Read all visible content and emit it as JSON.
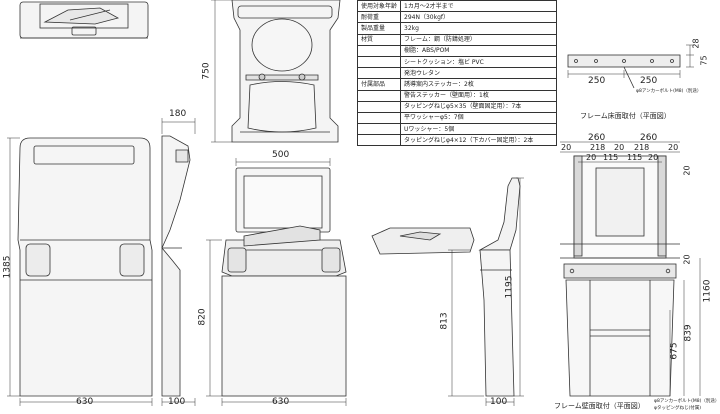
{
  "spec_table": {
    "rows": [
      {
        "key": "使用対象年齢",
        "value": "1カ月〜2才半まで"
      },
      {
        "key": "耐荷重",
        "value": "294N（30kgf）"
      },
      {
        "key": "製品重量",
        "value": "32kg"
      },
      {
        "key": "材質",
        "value": "フレーム：鋼（防錆処理）"
      },
      {
        "key": "",
        "value": "樹脂：ABS/POM"
      },
      {
        "key": "",
        "value": "シートクッション：塩ビ PVC"
      },
      {
        "key": "",
        "value": "発泡ウレタン"
      },
      {
        "key": "付属部品",
        "value": "誘導案内ステッカー：2枚"
      },
      {
        "key": "",
        "value": "警告ステッカー（壁面用）：1枚"
      },
      {
        "key": "",
        "value": "タッピングねじφ5×35（壁面固定用）：7本"
      },
      {
        "key": "",
        "value": "平ワッシャーφ5：7個"
      },
      {
        "key": "",
        "value": "Uワッシャー：5個"
      },
      {
        "key": "",
        "value": "タッピングねじφ4×12（下カバー固定用）：2本"
      }
    ]
  },
  "dimensions": {
    "top_depth": "750",
    "side_depth_top": "180",
    "total_height": "1385",
    "front_width": "630",
    "side_bottom_depth": "100",
    "inner_width": "500",
    "seat_height": "820",
    "front_bottom_width": "630",
    "front_bottom_depth": "100",
    "seat_height_side": "813",
    "total_height_side": "1195",
    "floor_height": "1160",
    "lower_height": "839",
    "base_height": "675",
    "bracket_28": "28",
    "bracket_75": "75",
    "bracket_250_left": "250",
    "bracket_250_right": "250",
    "frame_260_left": "260",
    "frame_260_right": "260",
    "frame_20_a": "20",
    "frame_218_left": "218",
    "frame_20_b": "20",
    "frame_218_right": "218",
    "frame_20_c": "20",
    "frame_20_d": "20",
    "frame_115_left": "115",
    "frame_115_right": "115",
    "frame_20_e": "20",
    "frame_right_20": "20",
    "frame_bottom_20": "20"
  },
  "captions": {
    "bracket": "フレーム床面取付（平面図）",
    "frame_wall": "フレーム壁面取付（平面図）",
    "note_anchor": "φ8アンカーボルト(M8)（別途）",
    "note_anchor_bottom": "φ8アンカーボルト(M8)（別途）",
    "note_tapping": "φタッピングねじ(付属)"
  },
  "colors": {
    "line": "#333333",
    "fill": "#f1f1f1",
    "dark": "#888888"
  }
}
